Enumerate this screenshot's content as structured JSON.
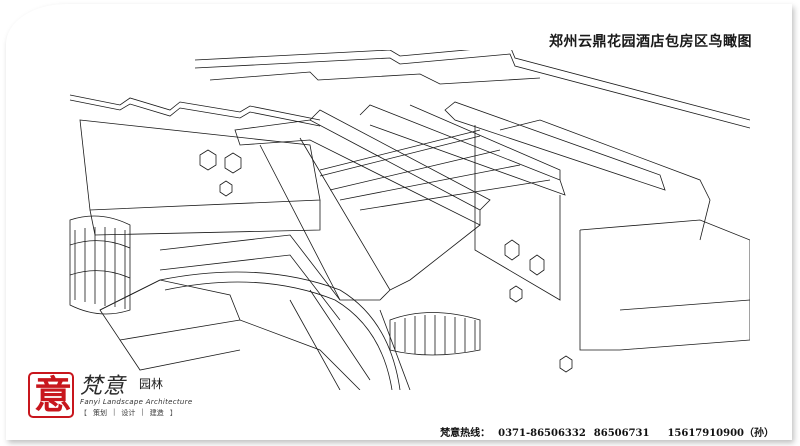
{
  "title": "郑州云鼎花园酒店包房区鸟瞰图",
  "brand": {
    "name": "梵意",
    "suffix": "园林",
    "english": "Fanyi Landscape Architecture",
    "tags": [
      "策划",
      "设计",
      "建造"
    ],
    "seal_char": "意",
    "seal_color": "#c8161d"
  },
  "footer": {
    "hotline_label": "梵意热线：",
    "phone_1": "0371-86506332",
    "phone_2": "86506731",
    "phone_3": "15617910900（孙）"
  },
  "icons": [
    "brand-seal-icon"
  ]
}
